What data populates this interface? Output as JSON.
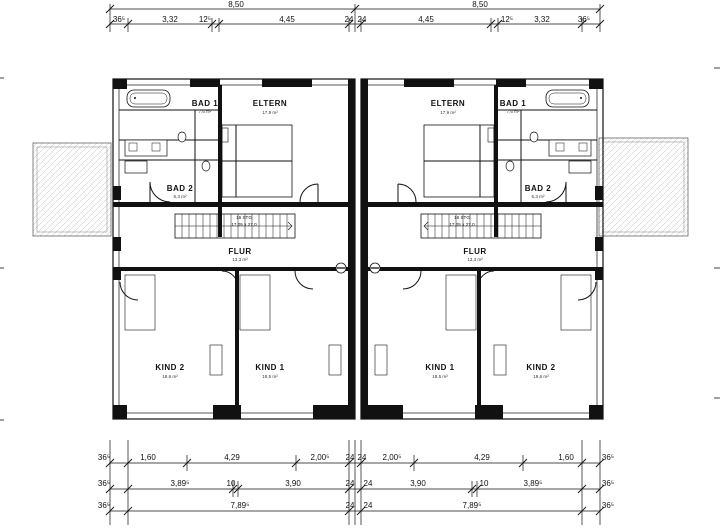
{
  "dimensions": {
    "top_total": [
      "8,50",
      "8,50"
    ],
    "top_left": [
      "36⁵",
      "3,32",
      "12⁵",
      "4,45",
      "24"
    ],
    "top_right": [
      "24",
      "4,45",
      "12⁵",
      "3,32",
      "36⁵"
    ],
    "bottom_row1_left": [
      "36⁵",
      "1,60",
      "4,29",
      "2,00⁵",
      "24"
    ],
    "bottom_row1_right": [
      "24",
      "2,00⁵",
      "4,29",
      "1,60",
      "36⁵"
    ],
    "bottom_row2_left": [
      "36⁵",
      "3,89⁵",
      "10",
      "3,90",
      "24"
    ],
    "bottom_row2_right": [
      "24",
      "3,90",
      "10",
      "3,89⁵",
      "36⁵"
    ],
    "bottom_row3_left": [
      "36⁵",
      "7,89⁵",
      "24"
    ],
    "bottom_row3_right": [
      "24",
      "7,89⁵",
      "36⁵"
    ]
  },
  "rooms_left": {
    "bad1": {
      "name": "BAD 1",
      "area": "7,6 m²"
    },
    "eltern": {
      "name": "ELTERN",
      "area": "17,9 m²"
    },
    "bad2": {
      "name": "BAD 2",
      "area": "5,3 m²"
    },
    "flur": {
      "name": "FLUR",
      "area": "13,3 m²"
    },
    "kind2": {
      "name": "KIND 2",
      "area": "18,6 m²"
    },
    "kind1": {
      "name": "KIND 1",
      "area": "18,5 m²"
    },
    "stair_steps": "16 STG",
    "stair_size": "17,05 x 27,0"
  },
  "rooms_right": {
    "eltern": {
      "name": "ELTERN",
      "area": "17,9 m²"
    },
    "bad1": {
      "name": "BAD 1",
      "area": "7,6 m²"
    },
    "bad2": {
      "name": "BAD 2",
      "area": "5,3 m²"
    },
    "flur": {
      "name": "FLUR",
      "area": "13,3 m²"
    },
    "kind1": {
      "name": "KIND 1",
      "area": "18,5 m²"
    },
    "kind2": {
      "name": "KIND 2",
      "area": "18,6 m²"
    },
    "stair_steps": "16 STG",
    "stair_size": "17,05 x 27,0"
  }
}
